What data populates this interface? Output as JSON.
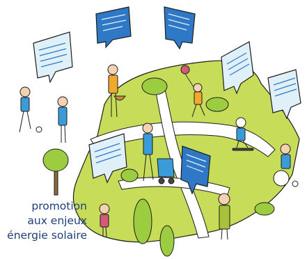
{
  "caption": {
    "lines": [
      "promotion",
      "aux enjeux",
      "énergie solaire"
    ]
  },
  "illustration": {
    "colors": {
      "park_green": "#c7dd59",
      "path_white": "#ffffff",
      "bubble_blue": "#2f78c6",
      "bubble_light": "#dff0f8",
      "bubble_line": "#2f78c6",
      "tree_green": "#9ccc3f",
      "shirt_blue": "#3a9bd8",
      "outline": "#1c1c1c"
    },
    "icons": [
      "speech-bubble-icon",
      "balloon-icon",
      "skateboard-icon",
      "wheelchair-icon",
      "stroller-icon",
      "ball-icon",
      "basket-icon",
      "tree-icon",
      "bush-icon"
    ]
  }
}
